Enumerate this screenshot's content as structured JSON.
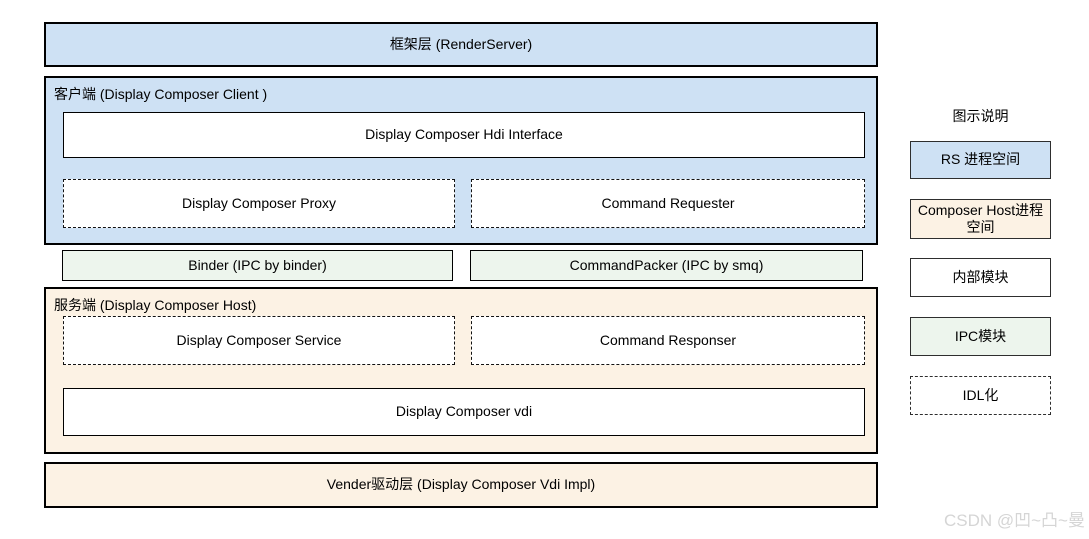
{
  "diagram": {
    "framework_layer": {
      "label": "框架层 (RenderServer)"
    },
    "client": {
      "label": "客户端 (Display Composer Client )",
      "hdi_interface": "Display Composer Hdi Interface",
      "proxy": "Display Composer Proxy",
      "requester": "Command Requester"
    },
    "ipc": {
      "binder": "Binder (IPC by binder)",
      "command_packer": "CommandPacker (IPC by smq)"
    },
    "host": {
      "label": "服务端 (Display Composer Host)",
      "service": "Display Composer Service",
      "responser": "Command Responser",
      "vdi": "Display Composer vdi"
    },
    "vendor_layer": {
      "label": "Vender驱动层 (Display Composer Vdi Impl)"
    }
  },
  "legend": {
    "title": "图示说明",
    "items": [
      {
        "label": "RS 进程空间",
        "kind": "rs-process-space",
        "fill": "#cee1f4",
        "border": "solid"
      },
      {
        "label": "Composer Host进程空间",
        "kind": "composer-host-process-space",
        "fill": "#fcf2e4",
        "border": "solid"
      },
      {
        "label": "内部模块",
        "kind": "internal-module",
        "fill": "#ffffff",
        "border": "solid"
      },
      {
        "label": "IPC模块",
        "kind": "ipc-module",
        "fill": "#edf5ed",
        "border": "solid"
      },
      {
        "label": "IDL化",
        "kind": "idl",
        "fill": "#ffffff",
        "border": "dashed"
      }
    ]
  },
  "watermark": "CSDN @凹~凸~曼",
  "colors": {
    "rs_process_fill": "#cee1f4",
    "host_process_fill": "#fcf2e4",
    "ipc_module_fill": "#edf5ed",
    "internal_module_fill": "#ffffff",
    "border": "#000000",
    "watermark_text": "#d5d5d5"
  }
}
